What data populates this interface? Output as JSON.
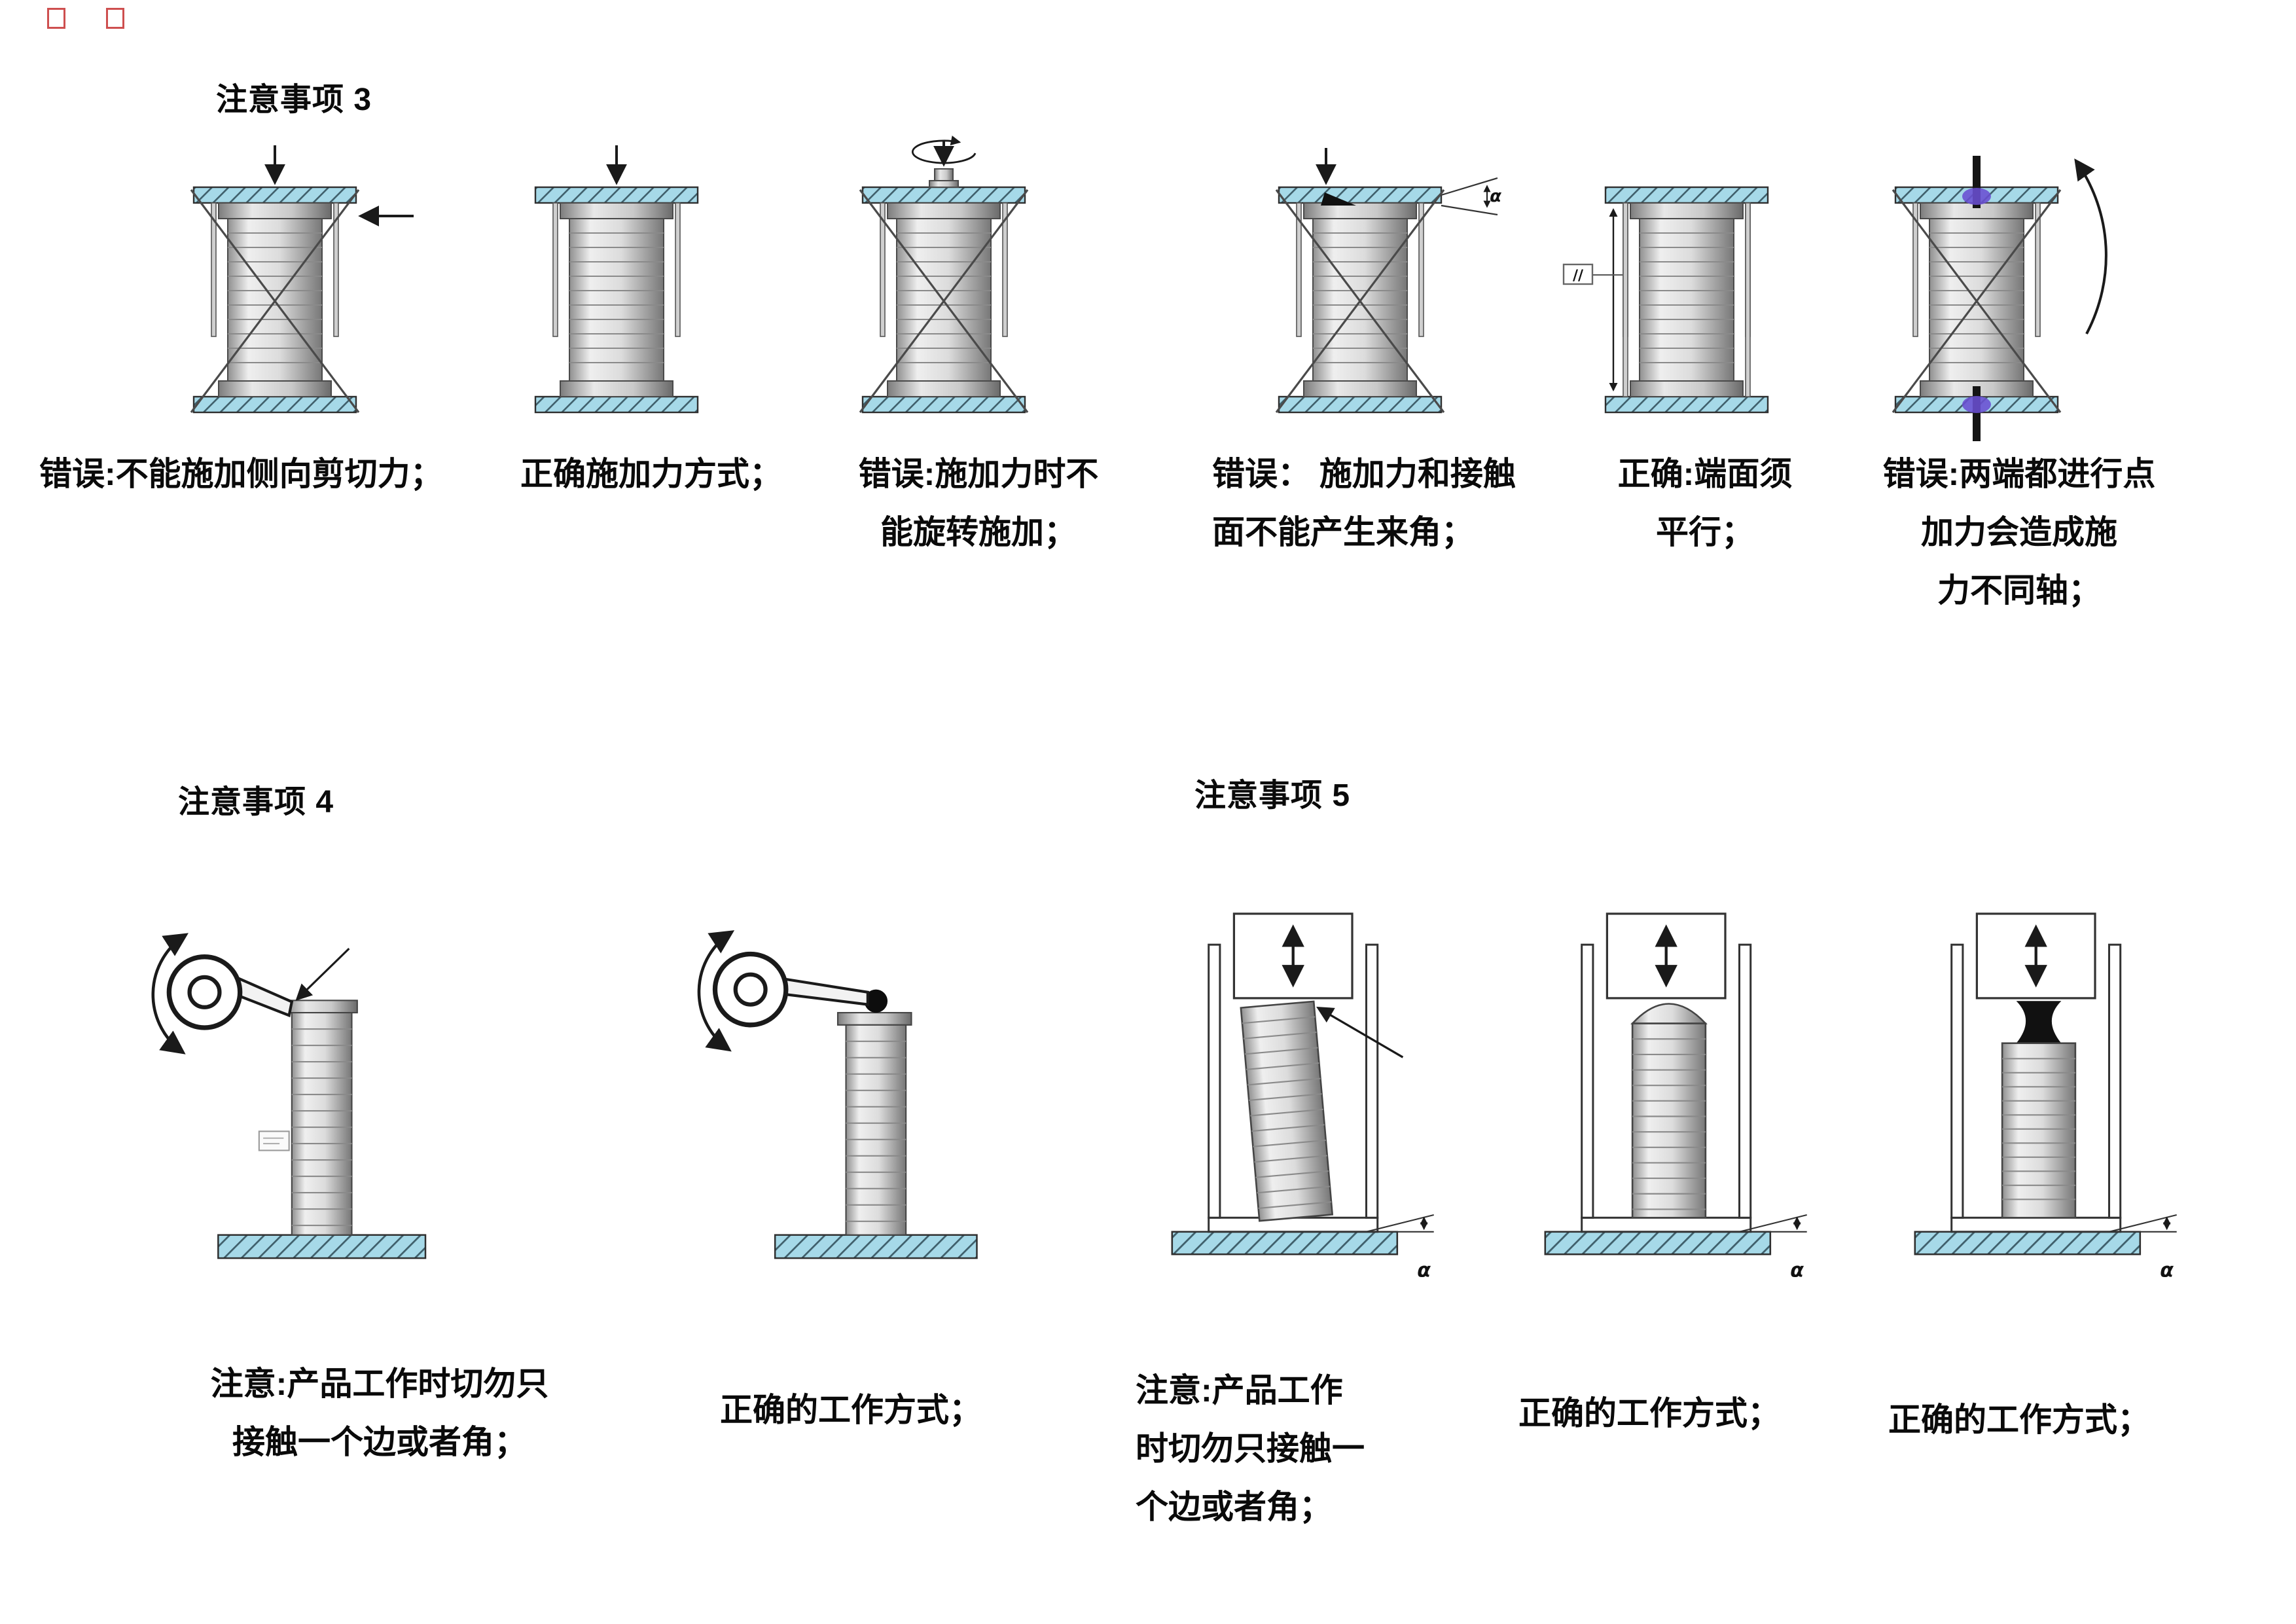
{
  "page": {
    "background": "#ffffff"
  },
  "annotations": {
    "alpha": "α",
    "parallel": "//"
  },
  "sections": {
    "note3": {
      "title": "注意事项 3",
      "figures": [
        {
          "name": "lateral-shear-error",
          "caption_lines": [
            "错误:不能施加侧向剪切力；"
          ]
        },
        {
          "name": "correct-force",
          "caption_lines": [
            "正确施加力方式；"
          ]
        },
        {
          "name": "rotation-error",
          "caption_lines": [
            "错误:施加力时不",
            "能旋转施加；"
          ]
        },
        {
          "name": "angled-contact-error",
          "caption_lines": [
            "错误： 施加力和接触",
            "面不能产生来角；"
          ]
        },
        {
          "name": "parallel-faces-correct",
          "caption_lines": [
            "正确:端面须",
            "平行；"
          ]
        },
        {
          "name": "point-load-error",
          "caption_lines": [
            "错误:两端都进行点",
            "加力会造成施",
            "力不同轴；"
          ]
        }
      ]
    },
    "note4": {
      "title": "注意事项 4",
      "figures": [
        {
          "name": "edge-contact-warning",
          "caption_lines": [
            "注意:产品工作时切勿只",
            "接触一个边或者角；"
          ]
        },
        {
          "name": "correct-operation",
          "caption_lines": [
            "正确的工作方式；"
          ]
        }
      ]
    },
    "note5": {
      "title": "注意事项 5",
      "figures": [
        {
          "name": "edge-contact-warning",
          "caption_lines": [
            "注意:产品工作",
            "时切勿只接触一",
            "个边或者角；"
          ]
        },
        {
          "name": "correct-operation-dome",
          "caption_lines": [
            "正确的工作方式；"
          ]
        },
        {
          "name": "correct-operation-sphere",
          "caption_lines": [
            "正确的工作方式；"
          ]
        }
      ]
    }
  }
}
